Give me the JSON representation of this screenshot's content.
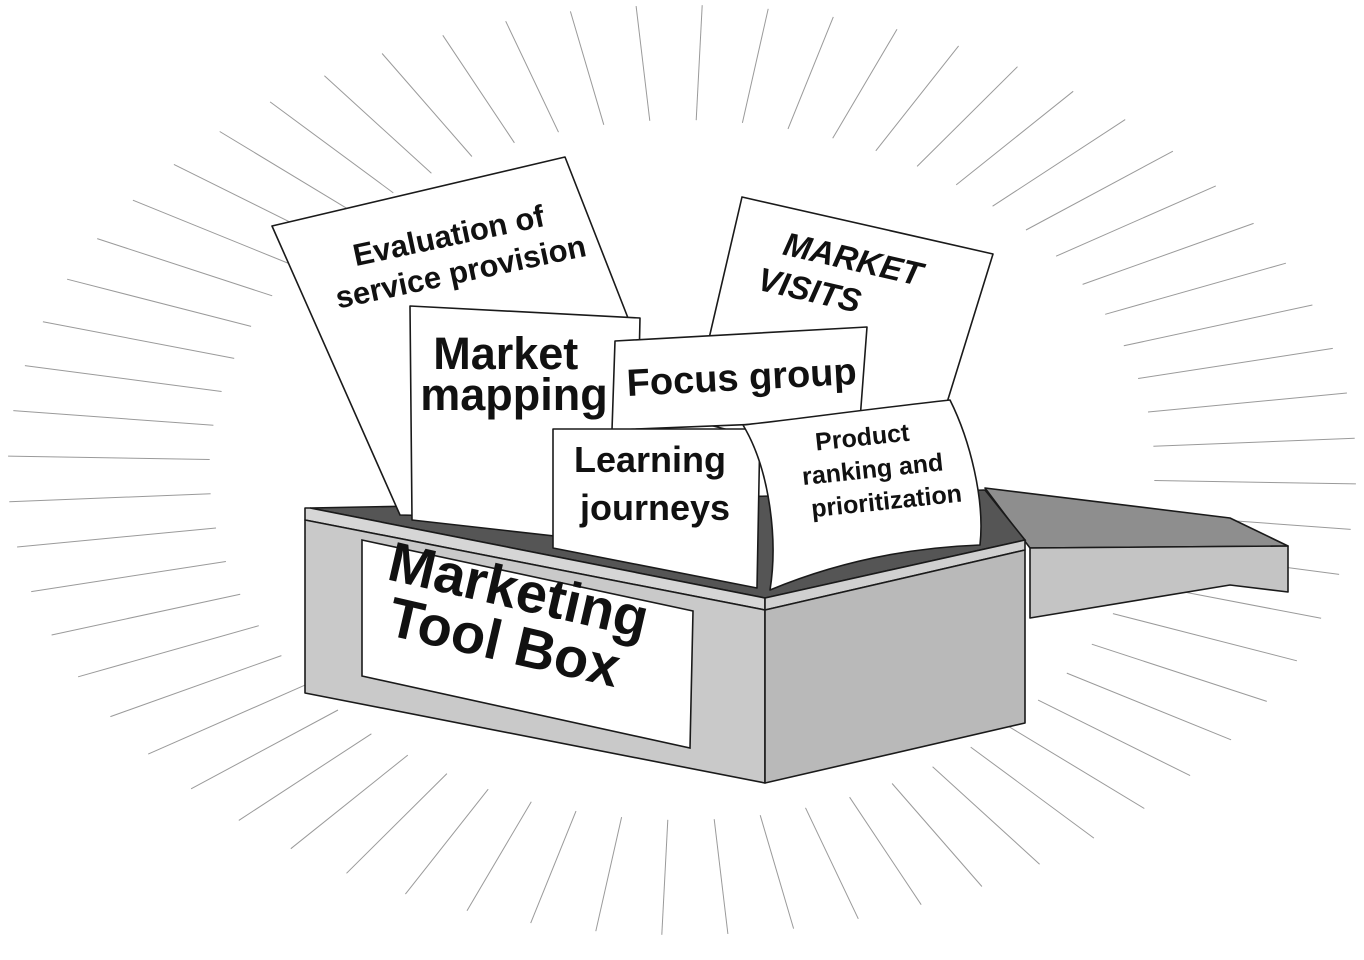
{
  "colors": {
    "rays": "#9a9a9a",
    "box_front": "#c9c9c9",
    "box_side": "#b9b9b9",
    "box_inside": "#555555",
    "lid_top": "#8e8e8e",
    "lid_front": "#c4c4c4",
    "outline": "#1a1a1a",
    "card_fill": "#ffffff"
  },
  "box": {
    "label_line1": "Marketing",
    "label_line2": "Tool Box"
  },
  "cards": {
    "evaluation": {
      "line1": "Evaluation of",
      "line2": "service provision"
    },
    "market_visits": {
      "line1": "MARKET",
      "line2": "VISITS"
    },
    "market_mapping": {
      "line1": "Market",
      "line2": "mapping"
    },
    "focus_group": {
      "line1": "Focus group"
    },
    "learning_journeys": {
      "line1": "Learning",
      "line2": "journeys"
    },
    "product_ranking": {
      "line1": "Product",
      "line2": "ranking and",
      "line3": "prioritization"
    }
  }
}
